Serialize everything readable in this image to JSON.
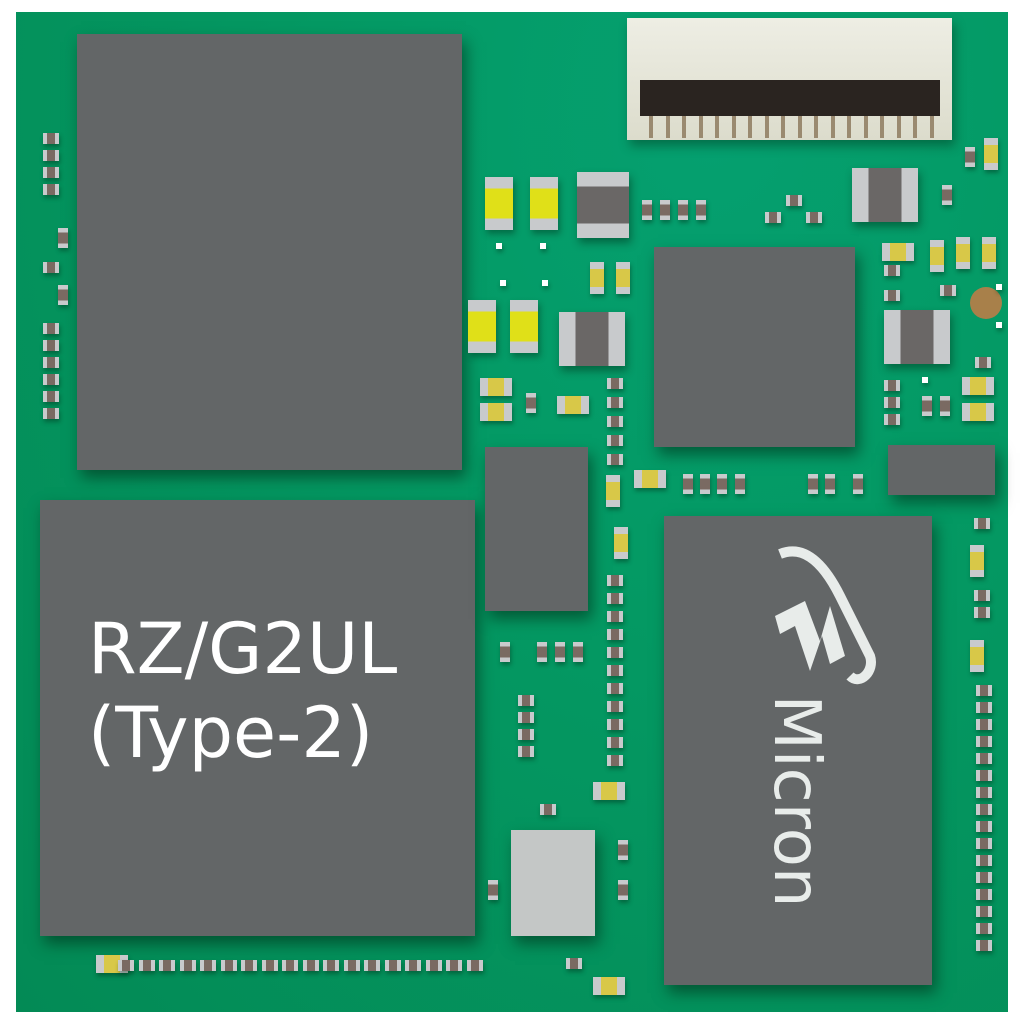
{
  "board": {
    "pcb_color": "#049963",
    "main_soc": {
      "line1": "RZ/G2UL",
      "line2": "(Type-2)"
    },
    "memory_chip": {
      "logo_text": "Micron"
    }
  }
}
